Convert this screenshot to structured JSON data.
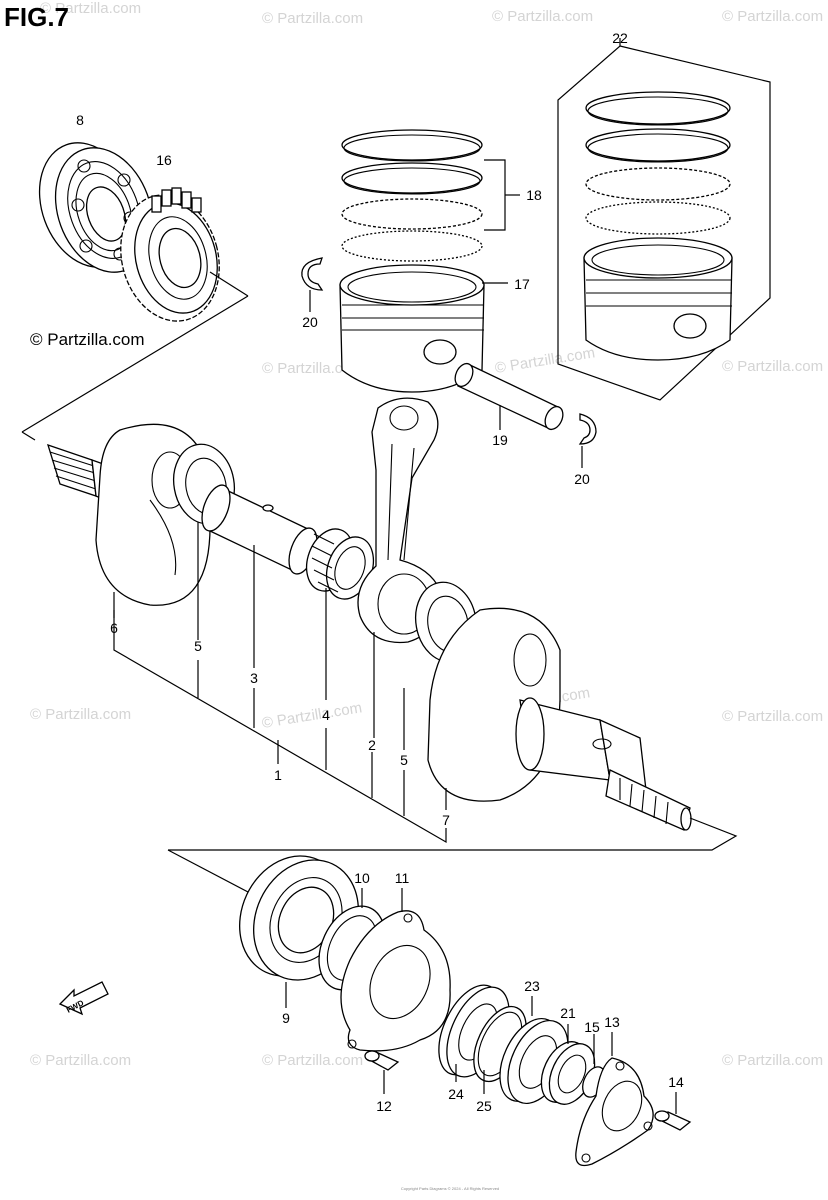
{
  "figure_title": "FIG.7",
  "brand_label": "© Partzilla.com",
  "watermark_text": "© Partzilla.com",
  "fwd_label": "FWD",
  "copyright_text": "Copyright Parts Diagrams © 2024 - All Rights Reserved",
  "callouts": {
    "c1": "1",
    "c2": "2",
    "c3": "3",
    "c4": "4",
    "c5a": "5",
    "c5b": "5",
    "c6": "6",
    "c7": "7",
    "c8": "8",
    "c9": "9",
    "c10": "10",
    "c11": "11",
    "c12": "12",
    "c13": "13",
    "c14": "14",
    "c15": "15",
    "c16": "16",
    "c17": "17",
    "c18": "18",
    "c19": "19",
    "c20a": "20",
    "c20b": "20",
    "c21": "21",
    "c22": "22",
    "c23": "23",
    "c24": "24",
    "c25": "25"
  },
  "colors": {
    "line": "#000000",
    "watermark": "#d4d4d4"
  }
}
